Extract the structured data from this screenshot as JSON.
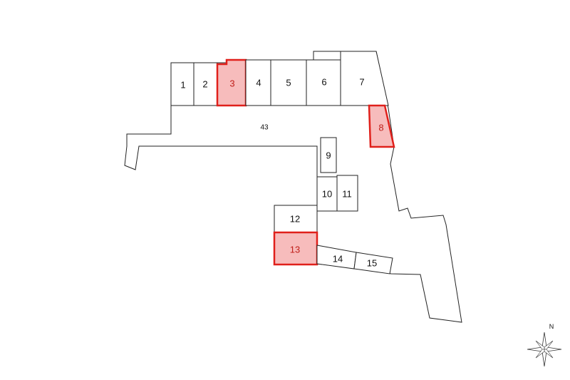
{
  "map": {
    "common_area_label": "43",
    "lots": [
      {
        "id": "1",
        "label": "1",
        "highlighted": false
      },
      {
        "id": "2",
        "label": "2",
        "highlighted": false
      },
      {
        "id": "3",
        "label": "3",
        "highlighted": true
      },
      {
        "id": "4",
        "label": "4",
        "highlighted": false
      },
      {
        "id": "5",
        "label": "5",
        "highlighted": false
      },
      {
        "id": "6",
        "label": "6",
        "highlighted": false
      },
      {
        "id": "7",
        "label": "7",
        "highlighted": false
      },
      {
        "id": "8",
        "label": "8",
        "highlighted": true
      },
      {
        "id": "9",
        "label": "9",
        "highlighted": false
      },
      {
        "id": "10",
        "label": "10",
        "highlighted": false
      },
      {
        "id": "11",
        "label": "11",
        "highlighted": false
      },
      {
        "id": "12",
        "label": "12",
        "highlighted": false
      },
      {
        "id": "13",
        "label": "13",
        "highlighted": true
      },
      {
        "id": "14",
        "label": "14",
        "highlighted": false
      },
      {
        "id": "15",
        "label": "15",
        "highlighted": false
      }
    ],
    "compass": {
      "label": "N",
      "icon": "compass-rose-icon"
    },
    "colors": {
      "highlight_fill": "#f7bcbc",
      "highlight_stroke": "#e0201b",
      "line": "#222222"
    }
  }
}
